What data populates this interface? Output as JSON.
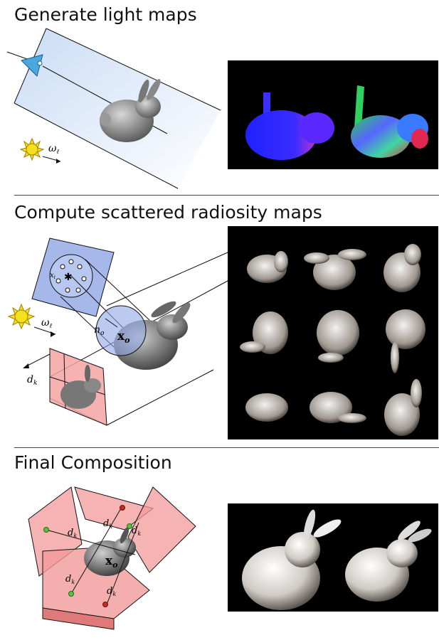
{
  "sections": [
    {
      "title": "Generate light maps"
    },
    {
      "title": "Compute scattered radiosity maps"
    },
    {
      "title": "Final Composition"
    }
  ],
  "labels": {
    "omega": "ω",
    "omega_sub": "ℓ",
    "d": "d",
    "d_sub": "k",
    "x": "x",
    "x_sub": "o",
    "n": "n",
    "n_sub": "o",
    "xi": "x",
    "xi_sub": "i"
  },
  "colors": {
    "light_frustum": "#d7e6f8",
    "radiosity_plane_blue": "#8fa6e4",
    "radiosity_plane_red": "#f4a3a3",
    "composition_plane": "#f29a9a",
    "sun": "#f5e11b",
    "camera": "#4aa7e0",
    "point_green": "#58c23a",
    "point_red": "#c22a2a"
  }
}
